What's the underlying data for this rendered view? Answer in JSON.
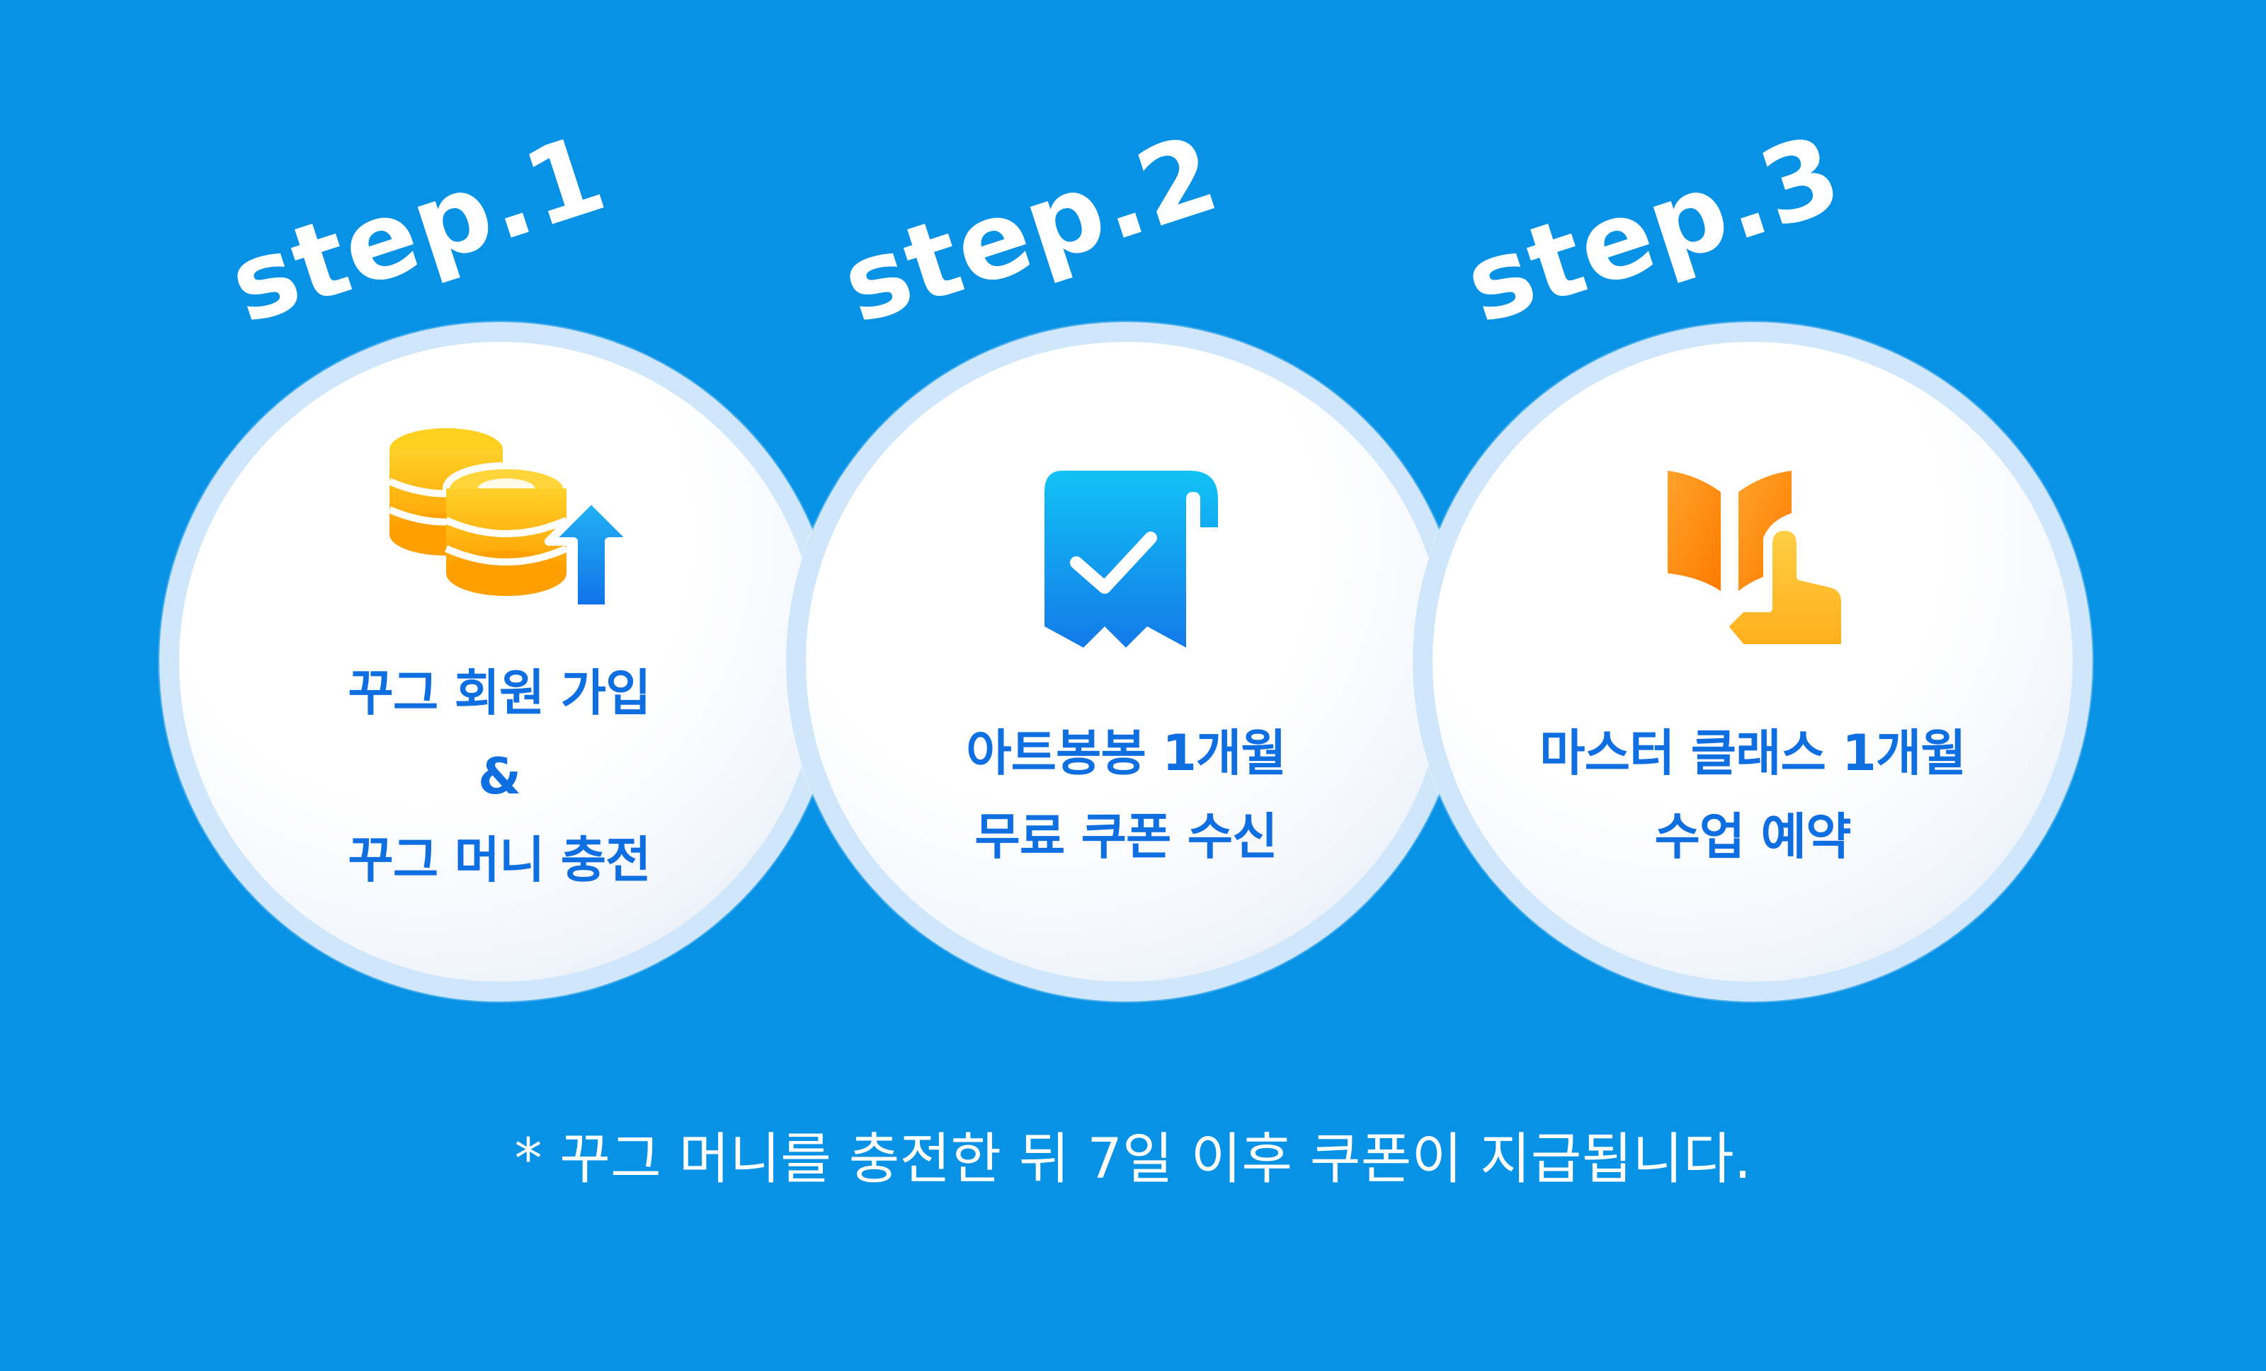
{
  "steps": [
    {
      "label": "step.1",
      "icon": "coins-up-icon",
      "lines": [
        "꾸그 회원 가입",
        "&",
        "꾸그 머니 충전"
      ]
    },
    {
      "label": "step.2",
      "icon": "coupon-check-icon",
      "lines": [
        "아트봉봉 1개월",
        "무료 쿠폰 수신"
      ]
    },
    {
      "label": "step.3",
      "icon": "book-touch-icon",
      "lines": [
        "마스터 클래스 1개월",
        "수업 예약"
      ]
    }
  ],
  "footnote": "* 꾸그  머니를 충전한 뒤 7일 이후 쿠폰이 지급됩니다.",
  "colors": {
    "background": "#0892e6",
    "circle_border": "#cfe6fb",
    "text_blue": "#0f6ee0",
    "coin_yellow": "#ffc107",
    "accent_orange": "#ff9800",
    "icon_blue": "#1e8ff0"
  }
}
